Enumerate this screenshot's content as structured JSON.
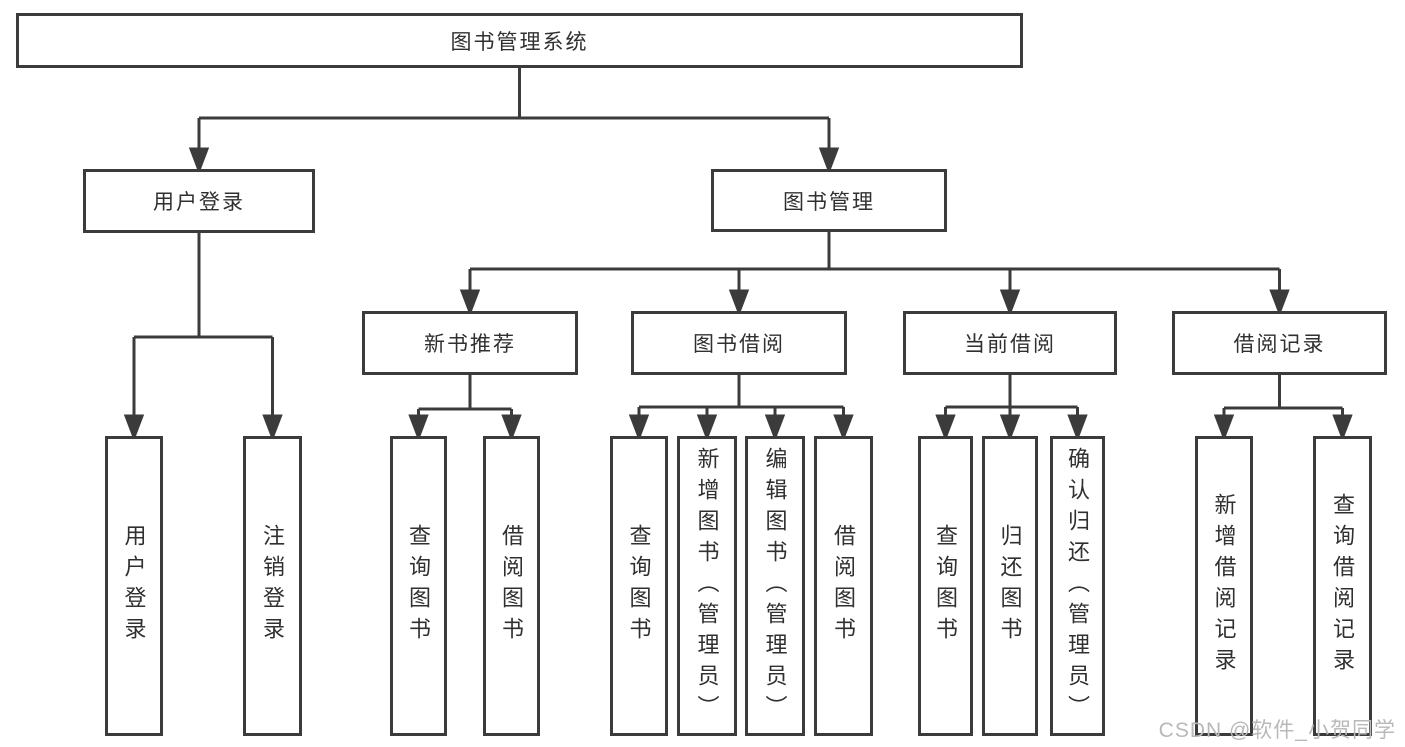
{
  "diagram": {
    "root_label": "图书管理系统",
    "user_login": {
      "label": "用户登录",
      "children": [
        {
          "label": "用户登录"
        },
        {
          "label": "注销登录"
        }
      ]
    },
    "book_manage": {
      "label": "图书管理",
      "sections": [
        {
          "label": "新书推荐",
          "children": [
            {
              "label": "查询图书"
            },
            {
              "label": "借阅图书"
            }
          ]
        },
        {
          "label": "图书借阅",
          "children": [
            {
              "label": "查询图书"
            },
            {
              "label": "新增图书（管理员）"
            },
            {
              "label": "编辑图书（管理员）"
            },
            {
              "label": "借阅图书"
            }
          ]
        },
        {
          "label": "当前借阅",
          "children": [
            {
              "label": "查询图书"
            },
            {
              "label": "归还图书"
            },
            {
              "label": "确认归还（管理员）"
            }
          ]
        },
        {
          "label": "借阅记录",
          "children": [
            {
              "label": "新增借阅记录"
            },
            {
              "label": "查询借阅记录"
            }
          ]
        }
      ]
    }
  },
  "watermark": {
    "text": "CSDN @软件_小贺同学"
  },
  "colors": {
    "line": "#3b3b3b",
    "box_border": "#3b3b3b",
    "background": "#ffffff",
    "watermark_text": "#b9b9b9"
  }
}
